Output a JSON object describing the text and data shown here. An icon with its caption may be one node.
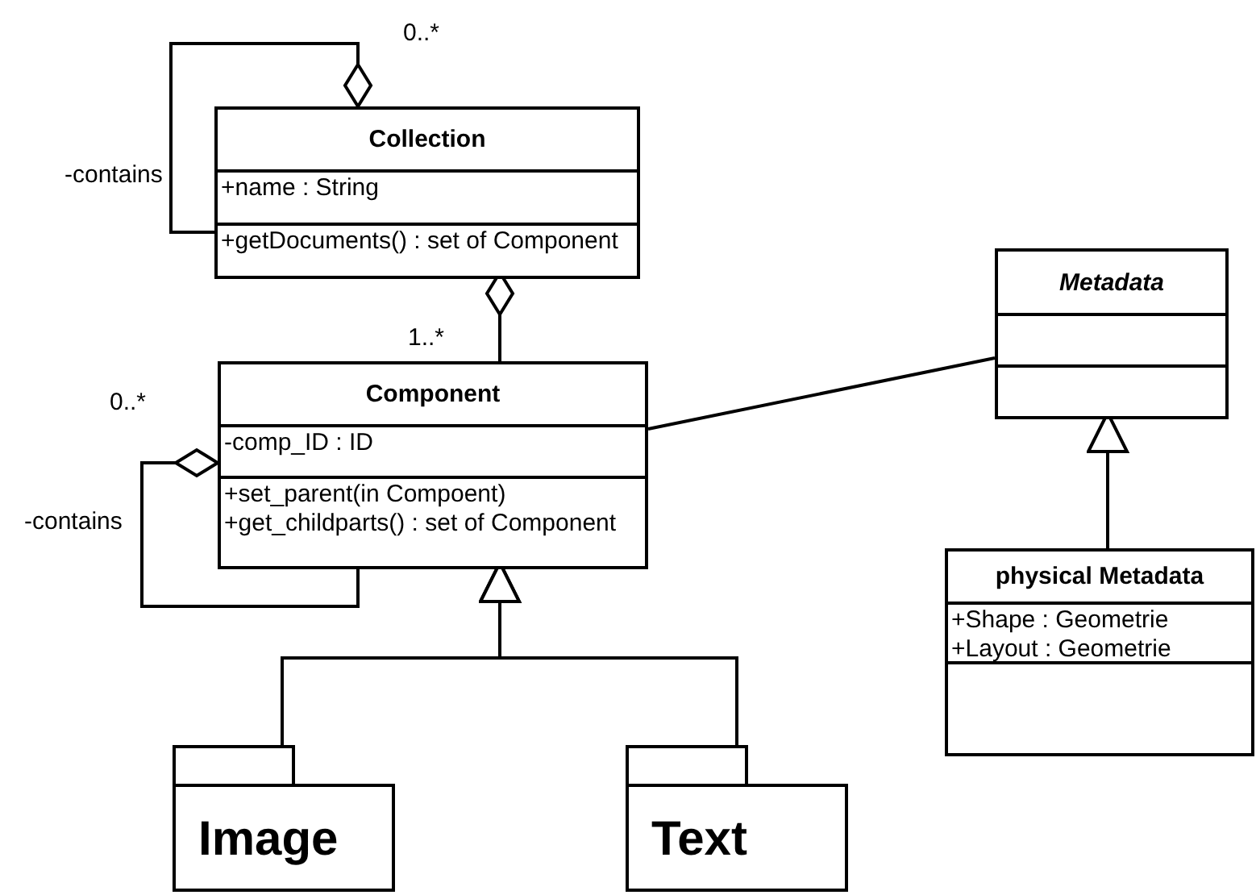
{
  "diagram": {
    "nodes": [
      {
        "text": [
          "Collection",
          "+name : String",
          "+getDocuments() : set of Component"
        ]
      },
      {
        "text": [
          "Component",
          "-comp_ID : ID",
          "+set_parent(in Compoent)",
          "+get_childparts() : set of Component"
        ]
      },
      {
        "text": [
          "Metadata"
        ]
      },
      {
        "text": [
          "physical Metadata",
          "+Shape : Geometrie",
          "+Layout : Geometrie"
        ]
      },
      {
        "text": [
          "Image"
        ]
      },
      {
        "text": [
          "Text"
        ]
      }
    ],
    "edges": [
      {
        "from": 0,
        "to": 0,
        "arrow": "other",
        "label": "-contains"
      },
      {
        "from": 0,
        "to": 1,
        "arrow": "other"
      },
      {
        "from": 1,
        "to": 1,
        "arrow": "other",
        "label": "-contains"
      },
      {
        "from": 1,
        "to": 2,
        "arrow": "none"
      },
      {
        "from": 3,
        "to": 2,
        "arrow": "to"
      },
      {
        "from": 4,
        "to": 1,
        "arrow": "to"
      },
      {
        "from": 5,
        "to": 1,
        "arrow": "to"
      }
    ],
    "labels": [
      "0..*",
      "1..*",
      "0..*"
    ]
  }
}
